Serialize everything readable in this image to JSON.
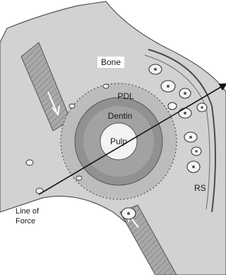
{
  "labels": {
    "bone": "Bone",
    "pdl": "PDL",
    "dentin": "Dentin",
    "pulp": "Pulp",
    "rs": "RS",
    "line_of_force_1": "Line of",
    "line_of_force_2": "Force"
  },
  "colors": {
    "background": "#ffffff",
    "bone": "#cfcfcf",
    "bone_dark": "#9a9a9a",
    "pdl": "#bdbdbd",
    "dentin": "#8f8f8f",
    "pulp": "#f2f2f2",
    "label_box": "#ffffff",
    "outline": "#3a3a3a"
  },
  "icons": {
    "force_arrow": "arrow-line-icon",
    "osteoclast_cells": "blob-cell-icon",
    "vessel_arrows": "arrow-down-icon"
  }
}
